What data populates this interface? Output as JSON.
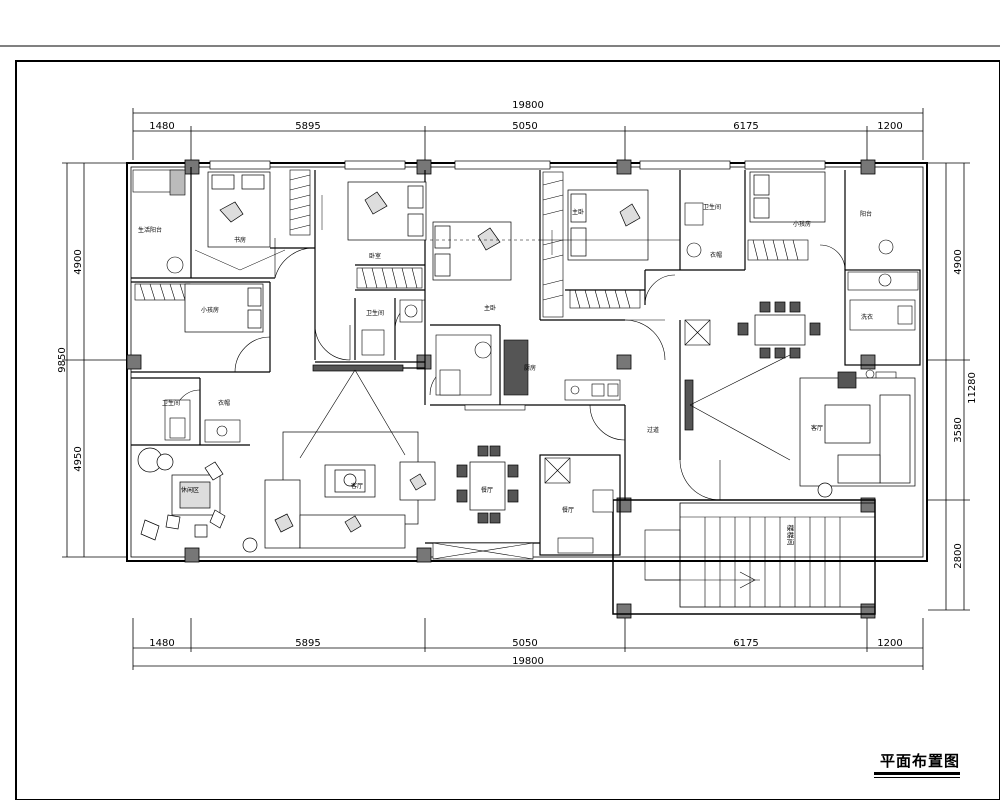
{
  "drawing": {
    "title": "平面布置图",
    "total_width": "19800",
    "total_height_left": "9850",
    "total_height_right": "11280",
    "top_segments": [
      "1480",
      "5895",
      "5050",
      "6175",
      "1200"
    ],
    "bottom_segments": [
      "1480",
      "5895",
      "5050",
      "6175",
      "1200"
    ],
    "left_segments": [
      "4900",
      "4950"
    ],
    "right_segments": [
      "4900",
      "3580",
      "2800"
    ]
  },
  "rooms": {
    "balcony_service": "生活阳台",
    "study": "书房",
    "bedroom_sec": "卧室",
    "master_bedroom": "主卧",
    "bedroom_right": "主卧",
    "small_bedroom_left": "小孩房",
    "small_bedroom_right": "小孩房",
    "bath_left": "卫生间",
    "bath_mid": "卫生间",
    "bath_right": "卫生间",
    "cloak_left": "衣帽",
    "cloak_right": "衣帽",
    "kitchen": "厨房",
    "living": "客厅",
    "dining": "餐厅",
    "dining_right": "餐厅",
    "hall": "过道",
    "living_right": "客厅",
    "leisure": "休闲区",
    "balcony_right": "阳台",
    "stair": "楼梯间",
    "laundry": "洗衣"
  }
}
